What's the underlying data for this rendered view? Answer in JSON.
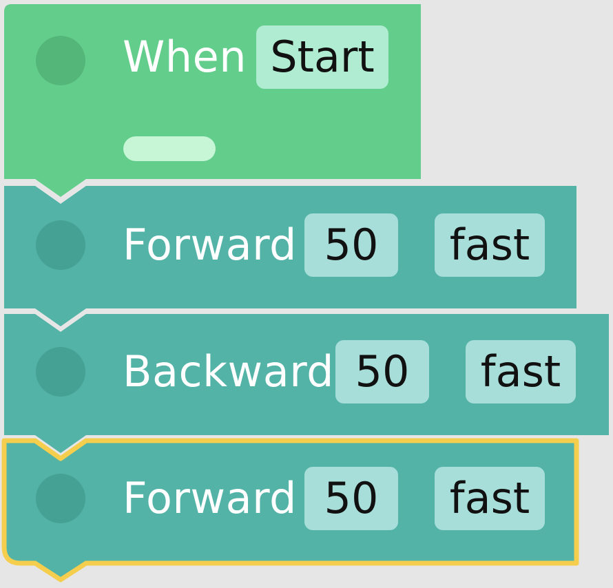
{
  "colors": {
    "background": "#e6e6e6",
    "event_block": "#63cd8b",
    "event_dot": "#54b679",
    "event_chip": "#b0ecd1",
    "event_bar": "#c6f6d5",
    "motion_block": "#52b3a6",
    "motion_dot": "#45a193",
    "motion_chip": "#a7ded9",
    "highlight_outline": "#f5ce4e",
    "seam": "#e6e6e6"
  },
  "blocks": [
    {
      "type": "event",
      "label": "When",
      "chip": "Start",
      "icon": "dot-icon",
      "connector": "bar-handle"
    },
    {
      "type": "motion",
      "label": "Forward",
      "params": [
        "50",
        "fast"
      ],
      "icon": "dot-icon",
      "selected": false
    },
    {
      "type": "motion",
      "label": "Backward",
      "params": [
        "50",
        "fast"
      ],
      "icon": "dot-icon",
      "selected": false
    },
    {
      "type": "motion",
      "label": "Forward",
      "params": [
        "50",
        "fast"
      ],
      "icon": "dot-icon",
      "selected": true
    }
  ]
}
